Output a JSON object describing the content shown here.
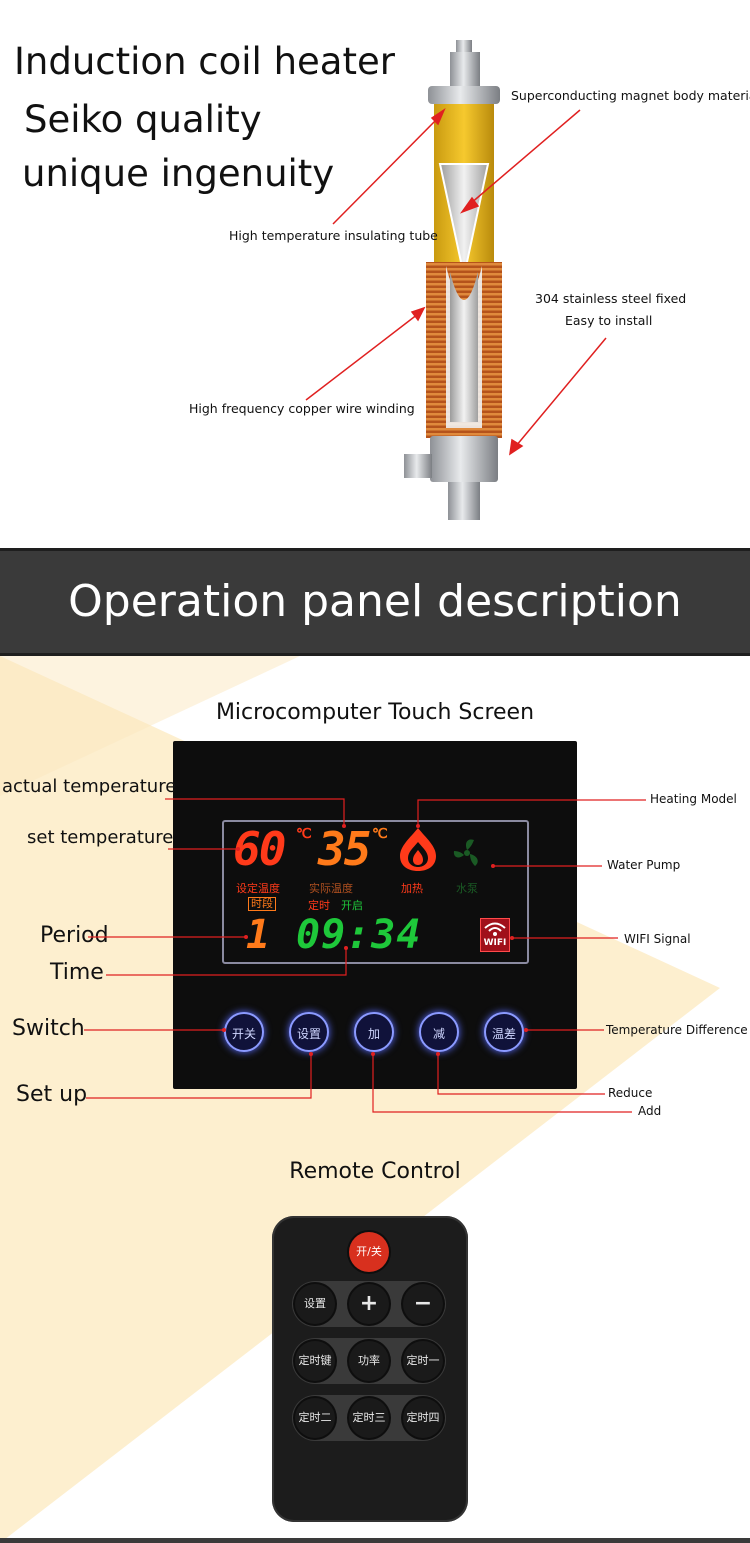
{
  "hero": {
    "line1": "Induction coil heater",
    "line2": "Seiko quality",
    "line3": "unique ingenuity"
  },
  "heater_labels": {
    "magnet": "Superconducting magnet body material",
    "tube": "High temperature insulating tube",
    "steel_1": "304 stainless steel fixed",
    "steel_2": "Easy to install",
    "copper": "High frequency copper wire winding"
  },
  "banner": {
    "title": "Operation panel description"
  },
  "touch_screen": {
    "title": "Microcomputer Touch Screen",
    "left_labels": {
      "actual_temp": "actual temperature",
      "set_temp": "set temperature",
      "period": "Period",
      "time": "Time",
      "switch": "Switch",
      "setup": "Set up"
    },
    "right_labels": {
      "heating": "Heating Model",
      "pump": "Water Pump",
      "wifi": "WIFI Signal",
      "temp_diff": "Temperature Difference",
      "reduce": "Reduce",
      "add": "Add"
    },
    "display": {
      "set_temp_value": "60",
      "actual_temp_value": "35",
      "unit": "℃",
      "set_temp_cn": "设定温度",
      "actual_temp_cn": "实际温度",
      "heating_cn": "加热",
      "pump_cn": "水泵",
      "period_cn": "时段",
      "timer_cn": "定时",
      "on_cn": "开启",
      "period_value": "1",
      "time_value": "09:34",
      "wifi_text": "WIFI"
    },
    "buttons": [
      "开关",
      "设置",
      "加",
      "减",
      "温差"
    ]
  },
  "remote": {
    "title": "Remote Control",
    "power": "开/关",
    "row1": [
      "设置",
      "+",
      "−"
    ],
    "row2": [
      "定时键",
      "功率",
      "定时一"
    ],
    "row3": [
      "定时二",
      "定时三",
      "定时四"
    ]
  },
  "colors": {
    "banner_bg": "#3a3a3a",
    "accent_cream": "#fdefcf",
    "led_red": "#ff3a1a",
    "led_orange": "#ff7a1a",
    "led_green": "#1ec83a",
    "callout_red": "#e02020"
  }
}
